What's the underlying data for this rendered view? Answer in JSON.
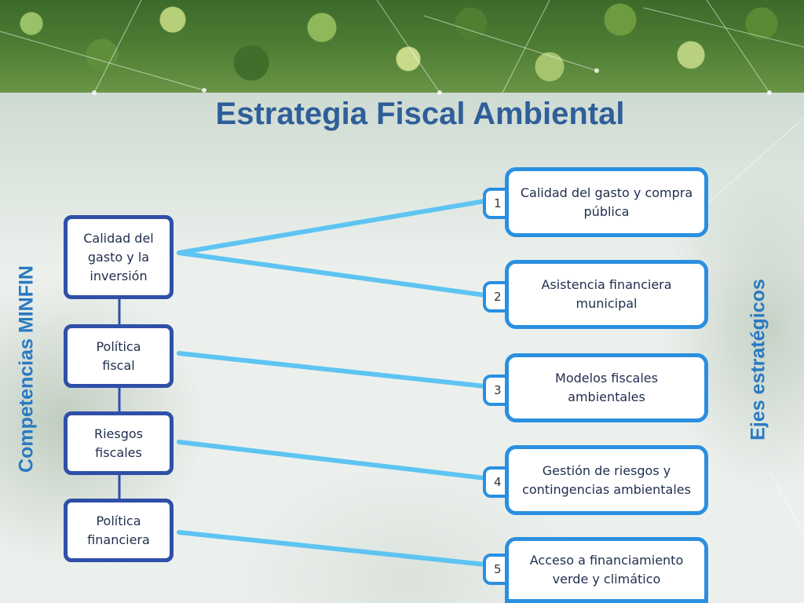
{
  "title": "Estrategia Fiscal Ambiental",
  "left_label": "Competencias MINFIN",
  "right_label": "Ejes estratégicos",
  "competencias": [
    "Calidad del\ngasto y la\ninversión",
    "Política\nfiscal",
    "Riesgos fiscales",
    "Política\nfinanciera"
  ],
  "ejes": [
    {
      "num": "1",
      "label": "Calidad del gasto y compra pública"
    },
    {
      "num": "2",
      "label": "Asistencia financiera municipal"
    },
    {
      "num": "3",
      "label": "Modelos fiscales ambientales"
    },
    {
      "num": "4",
      "label": "Gestión de riesgos y contingencias ambientales"
    },
    {
      "num": "5",
      "label": "Acceso a financiamiento verde y climático"
    }
  ],
  "colors": {
    "title": "#2f5f9a",
    "side_labels": "#2a7ac0",
    "left_box_border": "#2f4fa8",
    "right_box_border": "#2a8fe0",
    "connector": "#5ec4f2"
  }
}
